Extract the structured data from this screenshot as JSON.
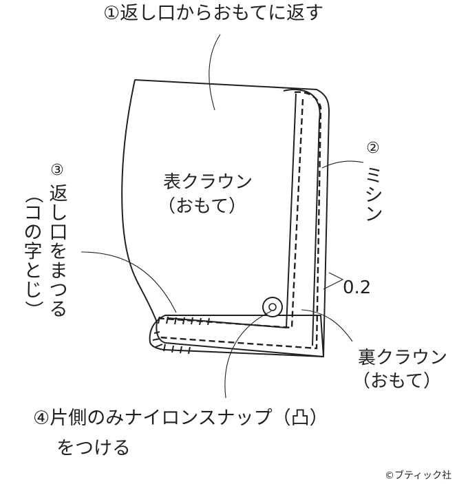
{
  "step1": "①返し口からおもてに返す",
  "step2_num": "②",
  "step2_chars": [
    "ミ",
    "シ",
    "ン"
  ],
  "step3_num": "③",
  "step3_col1": [
    "返",
    "し",
    "口",
    "を",
    "ま",
    "つ",
    "る"
  ],
  "step3_col2": [
    "（",
    "コ",
    "の",
    "字",
    "と",
    "じ",
    "）"
  ],
  "step4_line1": "④片側のみナイロンスナップ（凸）",
  "step4_line2": "をつける",
  "front_line1": "表クラウン",
  "front_line2": "（おもて）",
  "back_line1": "裏クラウン",
  "back_line2": "（おもて）",
  "seam_allowance": "0.2",
  "credit": "©ブティック社",
  "colors": {
    "ink": "#231f20",
    "fabric_front": "#eeeeee",
    "fabric_back": "#f2f2f2"
  }
}
